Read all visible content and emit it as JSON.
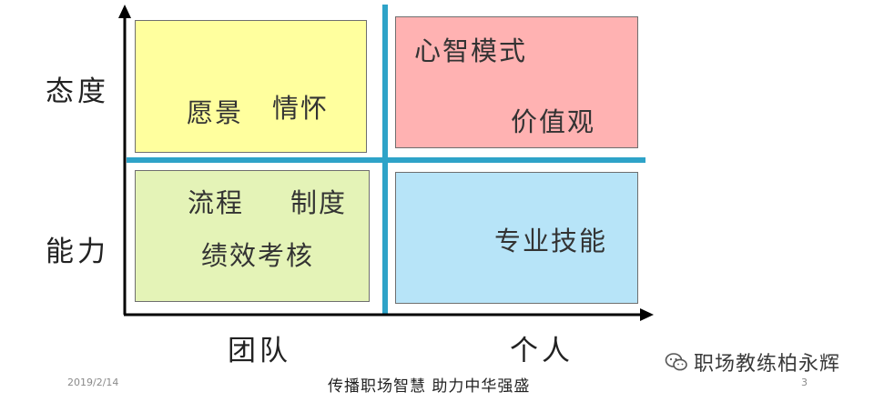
{
  "diagram": {
    "y_labels": {
      "top": "态度",
      "bottom": "能力"
    },
    "x_labels": {
      "left": "团队",
      "right": "个人"
    },
    "quadrants": {
      "top_left": {
        "text_1": "愿景",
        "text_2": "情怀",
        "color": "#ffff9e"
      },
      "top_right": {
        "text_1": "心智模式",
        "text_2": "价值观",
        "color": "#ffb2b2"
      },
      "bottom_left": {
        "text_1": "流程",
        "text_2": "制度",
        "text_3": "绩效考核",
        "color": "#e4f3b7"
      },
      "bottom_right": {
        "text_1": "专业技能",
        "color": "#b7e4f8"
      }
    },
    "divider_color": "#2ea3c8"
  },
  "footer": {
    "date": "2019/2/14",
    "slogan": "传播职场智慧  助力中华强盛",
    "page": "3"
  },
  "watermark": {
    "icon": "wechat-icon",
    "text": "职场教练柏永辉"
  }
}
